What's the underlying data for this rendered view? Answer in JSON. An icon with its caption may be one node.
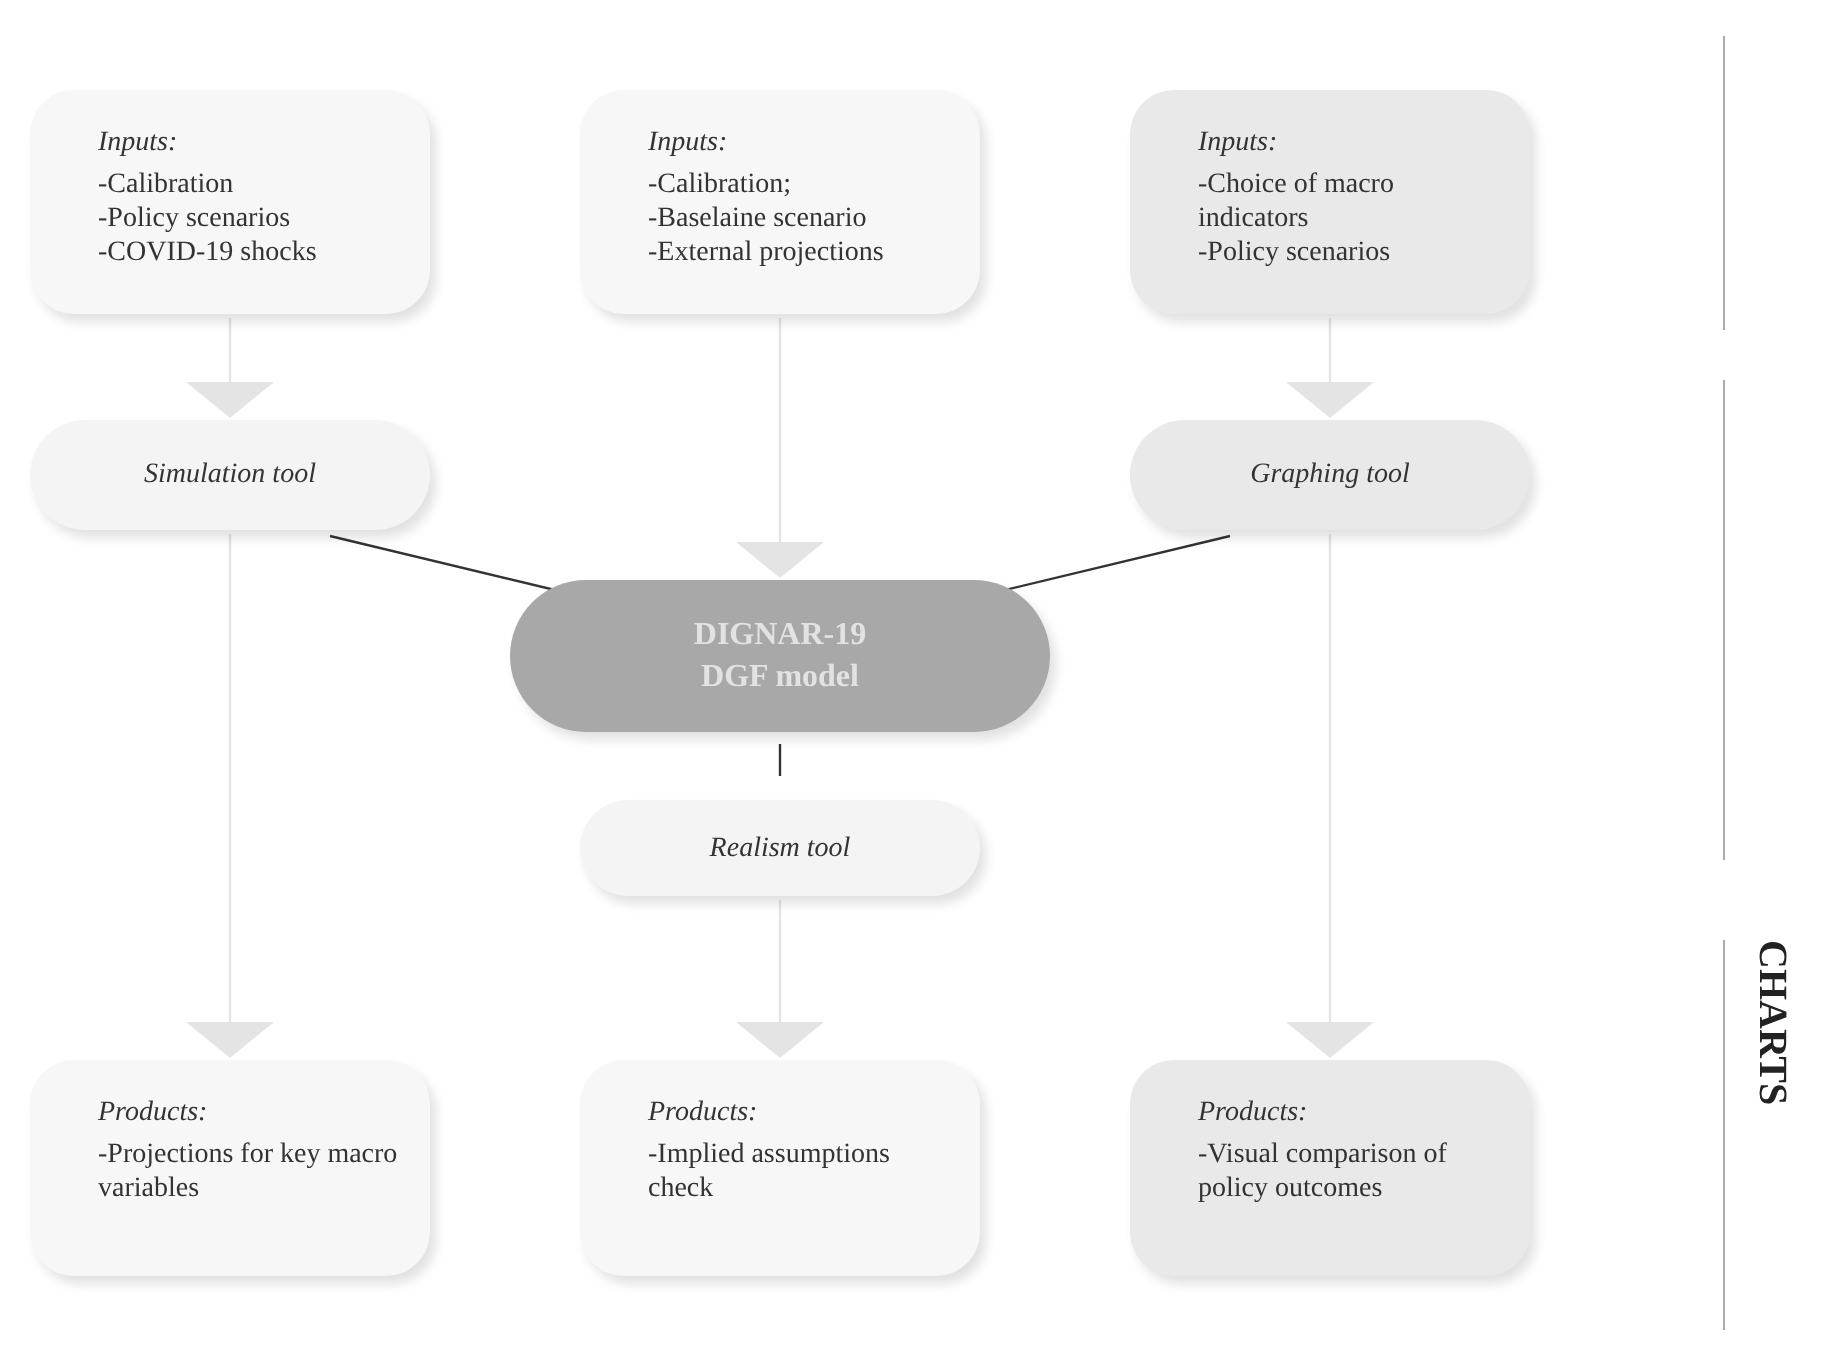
{
  "diagram": {
    "nodes": [
      {
        "text": [
          "Inputs:",
          "-Calibration",
          "-Policy scenarios",
          "-COVID-19 shocks"
        ]
      },
      {
        "text": [
          "Inputs:",
          "-Calibration;",
          "-Baselaine scenario",
          "-External projections"
        ]
      },
      {
        "text": [
          "Inputs:",
          "-Choice of macro indicators",
          "-Policy scenarios"
        ]
      },
      {
        "text": [
          "Simulation tool"
        ]
      },
      {
        "text": [
          "Graphing tool"
        ]
      },
      {
        "text": [
          "DIGNAR-19 DGF model"
        ]
      },
      {
        "text": [
          "Realism tool"
        ]
      },
      {
        "text": [
          "Products:",
          "-Projections for key macro variables"
        ]
      },
      {
        "text": [
          "Products:",
          "-Implied assumptions check"
        ]
      },
      {
        "text": [
          "Products:",
          "-Visual comparison of policy outcomes"
        ]
      }
    ],
    "edges": [
      {
        "from": 3,
        "to": 5,
        "arrow": "none",
        "color": "#333333"
      },
      {
        "from": 4,
        "to": 5,
        "arrow": "none",
        "color": "#333333"
      },
      {
        "from": 5,
        "to": 6,
        "arrow": "none",
        "color": "#333333"
      },
      {
        "from": 0,
        "to": 3,
        "arrow": "to"
      },
      {
        "from": 1,
        "to": 5,
        "arrow": "to"
      },
      {
        "from": 2,
        "to": 4,
        "arrow": "to"
      },
      {
        "from": 3,
        "to": 7,
        "arrow": "to"
      },
      {
        "from": 6,
        "to": 8,
        "arrow": "to"
      },
      {
        "from": 4,
        "to": 9,
        "arrow": "to"
      }
    ],
    "labels": [
      "CHARTS"
    ]
  }
}
